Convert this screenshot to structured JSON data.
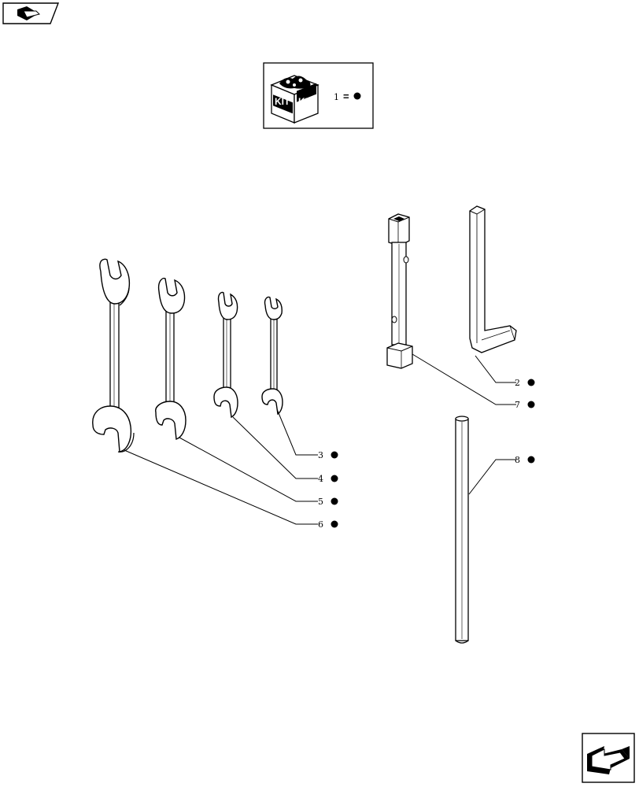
{
  "header": {
    "nav_icon": "book-page-icon"
  },
  "legend": {
    "icon": "kit-box-icon",
    "kit_label_left": "KIT",
    "kit_label_right": "KIT",
    "item": "1",
    "equals": "="
  },
  "callouts": [
    {
      "id": "2",
      "label": "2"
    },
    {
      "id": "7",
      "label": "7"
    },
    {
      "id": "8",
      "label": "8"
    },
    {
      "id": "3",
      "label": "3"
    },
    {
      "id": "4",
      "label": "4"
    },
    {
      "id": "5",
      "label": "5"
    },
    {
      "id": "6",
      "label": "6"
    }
  ],
  "footer": {
    "nav_icon": "next-page-arrow-icon"
  },
  "colors": {
    "line": "#000000",
    "fill": "#ffffff",
    "marker": "#000000"
  }
}
